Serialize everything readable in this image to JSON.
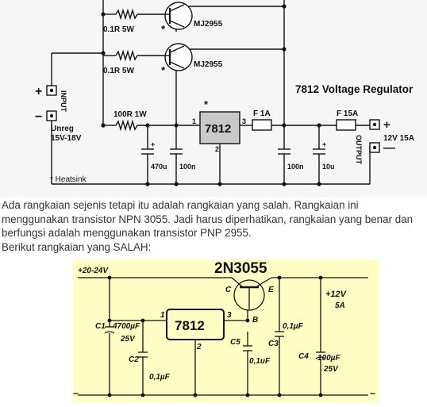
{
  "correct_circuit": {
    "title": "7812 Voltage Regulator",
    "transistors": [
      {
        "part": "MJ2955",
        "emitter_resistor": "0.1R 5W"
      },
      {
        "part": "MJ2955",
        "emitter_resistor": "0.1R 5W"
      }
    ],
    "bias_resistor": "100R 1W",
    "regulator": {
      "part": "7812",
      "pin_in": "1",
      "pin_out": "3",
      "pin_gnd": "2",
      "mark": "*"
    },
    "fuse_regulator": "F 1A",
    "fuse_output": "F 15A",
    "input": {
      "label": "INPUT",
      "plus": "+",
      "minus": "−",
      "voltage_line1": "Unreg",
      "voltage_line2": "15V-18V"
    },
    "output": {
      "label": "OUTPUT",
      "plus": "+",
      "minus": "—",
      "rating": "12V 15A"
    },
    "capacitors": {
      "c1": "470u",
      "c2": "100n",
      "c3": "100n",
      "c4": "10u",
      "plus": "+"
    },
    "footnote": "* Heatsink",
    "star": "*"
  },
  "article": {
    "paragraph1": "Ada rangkaian sejenis tetapi itu adalah rangkaian yang salah. Rangkaian ini menggunakan transistor NPN 3055. Jadi harus diperhatikan, rangkaian yang benar dan berfungsi adalah menggunakan transistor PNP 2955.",
    "paragraph2": "Berikut rangkaian yang SALAH:"
  },
  "wrong_circuit": {
    "transistor": "2N3055",
    "pin_c": "C",
    "pin_e": "E",
    "pin_b": "B",
    "input_voltage": "+20-24V",
    "output_voltage": "+12V",
    "output_current": "5A",
    "regulator": {
      "part": "7812",
      "pin_in": "1",
      "pin_out": "3",
      "pin_gnd": "2"
    },
    "c1": {
      "name": "C1",
      "value": "4700µF",
      "voltage": "25V"
    },
    "c2": {
      "name": "C2",
      "value": "0,1µF"
    },
    "c5": {
      "name": "C5",
      "value": "0,1uF"
    },
    "c3": {
      "name": "C3",
      "value": "0,1µF"
    },
    "c4": {
      "name": "C4",
      "value": "100µF",
      "voltage": "25V"
    },
    "minus": "−"
  }
}
